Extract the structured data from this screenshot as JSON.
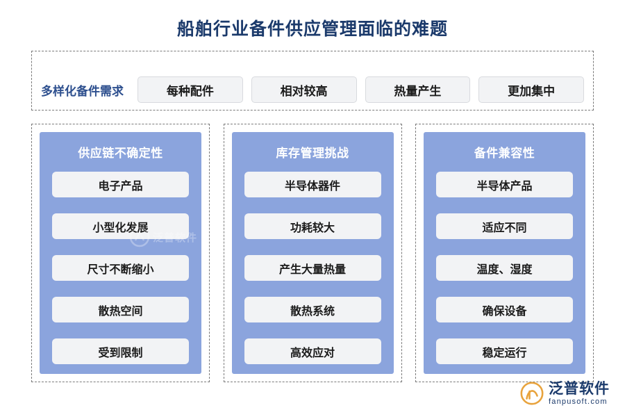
{
  "page_title": "船舶行业备件供应管理面临的难题",
  "colors": {
    "title_blue": "#1b3a6b",
    "card_blue": "#8ba4dd",
    "pill_grey": "#f2f3f5",
    "dashed_border": "#7a7a7a"
  },
  "top_section": {
    "label": "多样化备件需求",
    "pills": [
      "每种配件",
      "相对较高",
      "热量产生",
      "更加集中"
    ]
  },
  "columns": [
    {
      "title": "供应链不确定性",
      "items": [
        "电子产品",
        "小型化发展",
        "尺寸不断缩小",
        "散热空间",
        "受到限制"
      ]
    },
    {
      "title": "库存管理挑战",
      "items": [
        "半导体器件",
        "功耗较大",
        "产生大量热量",
        "散热系统",
        "高效应对"
      ]
    },
    {
      "title": "备件兼容性",
      "items": [
        "半导体产品",
        "适应不同",
        "温度、湿度",
        "确保设备",
        "稳定运行"
      ]
    }
  ],
  "watermark": {
    "text": "泛普软件"
  },
  "logo": {
    "name_cn": "泛普软件",
    "name_en": "fanpusoft.com"
  }
}
